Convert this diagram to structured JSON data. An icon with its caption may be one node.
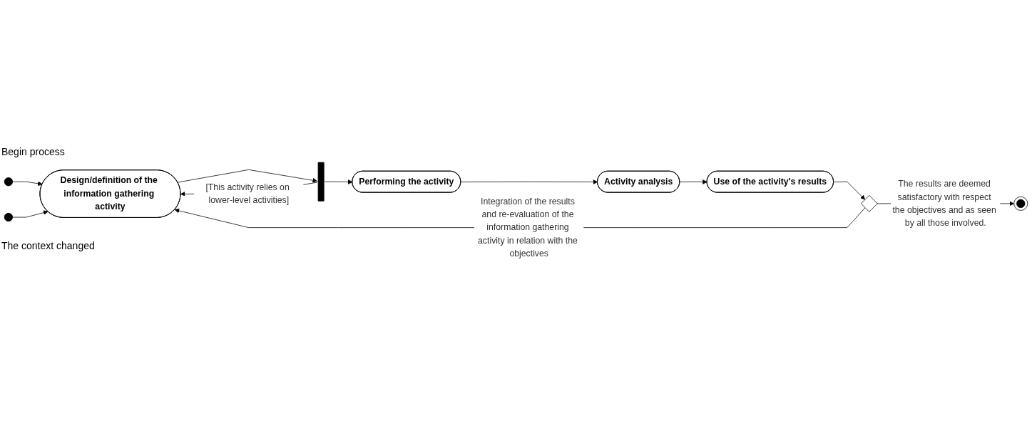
{
  "diagram": {
    "nodes": [
      {
        "text": [],
        "shape": "circle",
        "beside": [
          "Begin process"
        ]
      },
      {
        "text": [],
        "shape": "circle",
        "beside": [
          "The context changed"
        ]
      },
      {
        "text": [
          "Design/definition of the information gathering activity"
        ]
      },
      {
        "text": [],
        "shape": "bar"
      },
      {
        "text": [
          "Performing the activity"
        ]
      },
      {
        "text": [
          "Activity analysis"
        ]
      },
      {
        "text": [
          "Use of the activity's results"
        ]
      },
      {
        "text": [],
        "shape": "diamond"
      },
      {
        "text": [],
        "shape": "circle"
      }
    ],
    "edges": [
      {
        "from": 0,
        "to": 2,
        "arrow": "to"
      },
      {
        "from": 1,
        "to": 2,
        "arrow": "to"
      },
      {
        "from": 7,
        "to": 2,
        "arrow": "to",
        "label": "Integration of the results and re-evaluation of the information gathering activity in relation with the objectives"
      },
      {
        "from": 2,
        "to": 3,
        "arrow": "to"
      },
      {
        "from": 3,
        "to": 2,
        "arrow": "to",
        "label": "[This activity relies on lower-level activities]"
      },
      {
        "from": 3,
        "to": 4,
        "arrow": "to"
      },
      {
        "from": 4,
        "to": 5,
        "arrow": "to"
      },
      {
        "from": 5,
        "to": 6,
        "arrow": "to"
      },
      {
        "from": 6,
        "to": 7,
        "arrow": "to"
      },
      {
        "from": 7,
        "to": 8,
        "arrow": "to",
        "label": "The results are deemed satisfactory with respect the objectives and as seen by all those involved."
      }
    ]
  }
}
